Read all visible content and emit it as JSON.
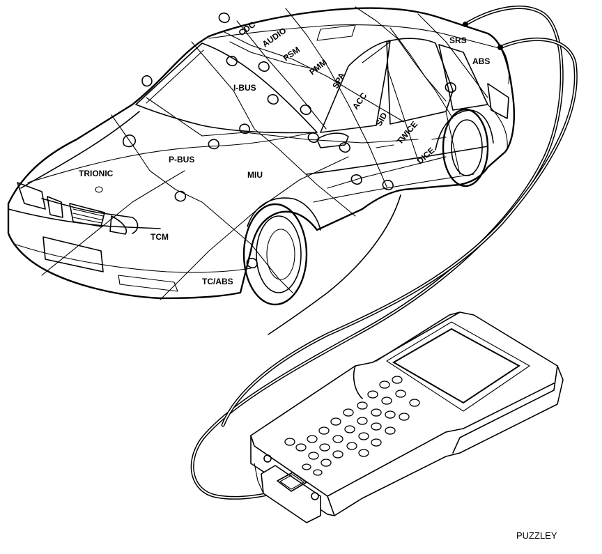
{
  "diagram": {
    "modules": [
      {
        "id": "cdc",
        "label": "CDC"
      },
      {
        "id": "audio",
        "label": "AUDIO"
      },
      {
        "id": "psm",
        "label": "PSM"
      },
      {
        "id": "pmm",
        "label": "PMM"
      },
      {
        "id": "i-bus",
        "label": "I-BUS"
      },
      {
        "id": "spa",
        "label": "SPA"
      },
      {
        "id": "acc",
        "label": "ACC"
      },
      {
        "id": "sid",
        "label": "SID"
      },
      {
        "id": "twice",
        "label": "TWICE"
      },
      {
        "id": "dice",
        "label": "DICE"
      },
      {
        "id": "srs",
        "label": "SRS"
      },
      {
        "id": "abs",
        "label": "ABS"
      },
      {
        "id": "trionic",
        "label": "TRIONIC"
      },
      {
        "id": "p-bus",
        "label": "P-BUS"
      },
      {
        "id": "miu",
        "label": "MIU"
      },
      {
        "id": "tcm",
        "label": "TCM"
      },
      {
        "id": "tc-abs",
        "label": "TC/ABS"
      }
    ],
    "credit": "PUZZLEY"
  }
}
